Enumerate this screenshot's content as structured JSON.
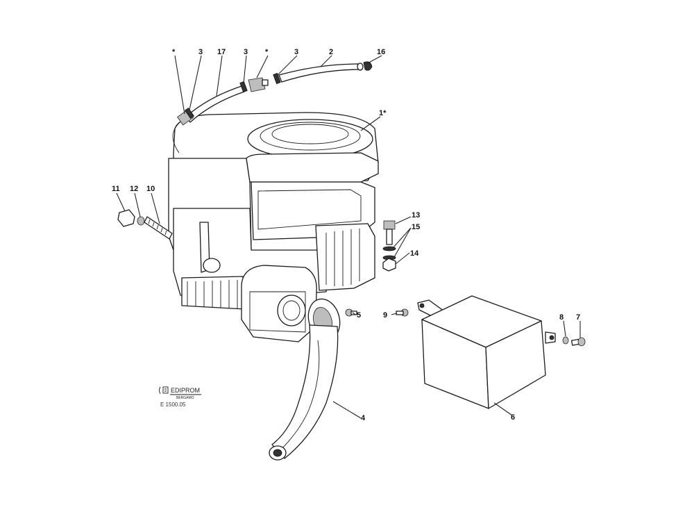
{
  "callouts": {
    "c_star_a": "*",
    "c_3_a": "3",
    "c_17": "17",
    "c_3_b": "3",
    "c_star_b": "*",
    "c_3_c": "3",
    "c_2": "2",
    "c_16": "16",
    "c_1": "1*",
    "c_11": "11",
    "c_12": "12",
    "c_10": "10",
    "c_13": "13",
    "c_15": "15",
    "c_14": "14",
    "c_5": "5",
    "c_9": "9",
    "c_8": "8",
    "c_7": "7",
    "c_4": "4",
    "c_6": "6"
  },
  "logo": {
    "brand": "EDIPROM",
    "city": "BERGAMO",
    "code": "E 1500.05"
  }
}
